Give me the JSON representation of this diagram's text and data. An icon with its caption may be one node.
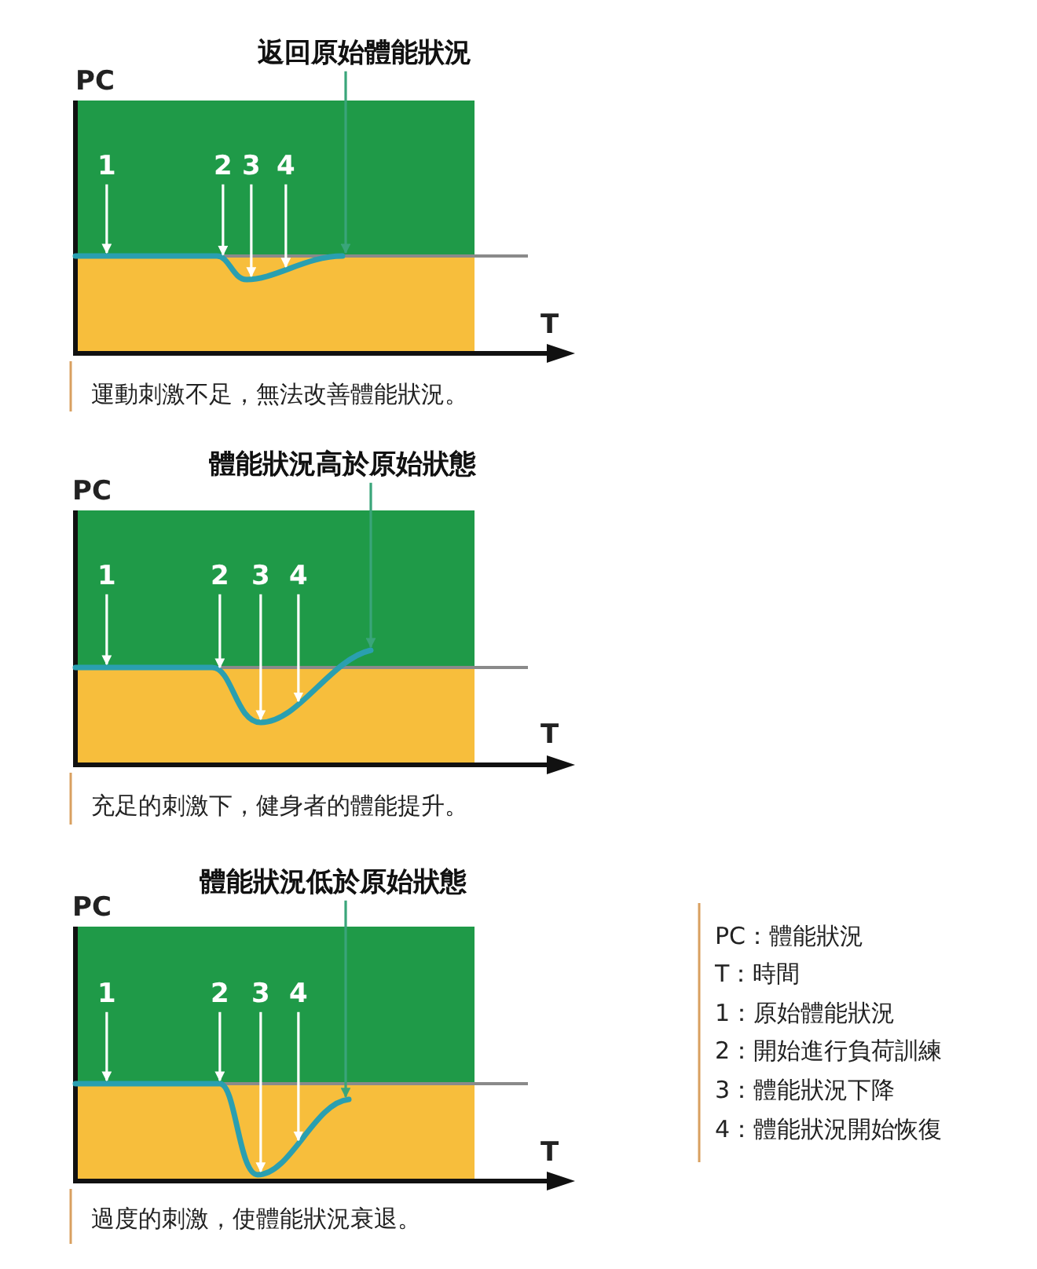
{
  "diagram": {
    "nodes": [
      {
        "text": [
          "返回原始體能狀況"
        ]
      },
      {
        "text": [
          "1"
        ],
        "in": 15
      },
      {
        "text": [
          "2"
        ],
        "in": 15
      },
      {
        "text": [
          "3"
        ],
        "in": 15
      },
      {
        "text": [
          "4"
        ],
        "in": 15
      },
      {
        "text": [
          "體能狀況高於原始狀態"
        ]
      },
      {
        "text": [
          "1"
        ],
        "in": 16
      },
      {
        "text": [
          "2"
        ],
        "in": 16
      },
      {
        "text": [
          "3"
        ],
        "in": 16
      },
      {
        "text": [
          "4"
        ],
        "in": 16
      },
      {
        "text": [
          "體能狀況低於原始狀態"
        ]
      },
      {
        "text": [
          "1"
        ],
        "in": 17
      },
      {
        "text": [
          "2"
        ],
        "in": 17
      },
      {
        "text": [
          "3"
        ],
        "in": 17
      },
      {
        "text": [
          "4"
        ],
        "in": 17
      },
      {
        "text": [],
        "shape": "picture"
      },
      {
        "text": [],
        "shape": "picture"
      },
      {
        "text": [],
        "shape": "picture"
      }
    ],
    "edges": [
      {
        "from": 0,
        "to": 15,
        "arrow": "to",
        "color": "#3aa57a"
      },
      {
        "from": 1,
        "to": 15,
        "arrow": "to"
      },
      {
        "from": 2,
        "to": 15,
        "arrow": "to"
      },
      {
        "from": 3,
        "to": 15,
        "arrow": "to"
      },
      {
        "from": 4,
        "to": 15,
        "arrow": "to"
      },
      {
        "from": 5,
        "to": 16,
        "arrow": "to",
        "color": "#3aa57a"
      },
      {
        "from": 6,
        "to": 16,
        "arrow": "to"
      },
      {
        "from": 7,
        "to": 16,
        "arrow": "to"
      },
      {
        "from": 8,
        "to": 16,
        "arrow": "to"
      },
      {
        "from": 9,
        "to": 16,
        "arrow": "to"
      },
      {
        "from": 10,
        "to": 17,
        "arrow": "to",
        "color": "#3aa57a"
      },
      {
        "from": 11,
        "to": 17,
        "arrow": "to"
      },
      {
        "from": 12,
        "to": 17,
        "arrow": "to"
      },
      {
        "from": 13,
        "to": 17,
        "arrow": "to"
      },
      {
        "from": 14,
        "to": 17,
        "arrow": "to"
      }
    ],
    "labels": [
      "PC",
      "T",
      "運動刺激不足，無法改善體能狀況。",
      "PC",
      "T",
      "充足的刺激下，健身者的體能提升。",
      "PC",
      "T",
      "過度的刺激，使體能狀況衰退。",
      "PC：體能狀況",
      "T：時間",
      "1：原始體能狀況",
      "2：開始進行負荷訓練",
      "3：體能狀況下降",
      "4：體能狀況開始恢復"
    ]
  }
}
